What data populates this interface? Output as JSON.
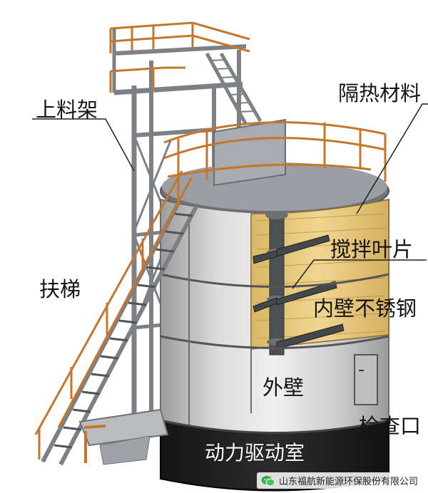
{
  "labels": {
    "feeding_rack": "上料架",
    "insulation": "隔热材料",
    "ladder": "扶梯",
    "stirring_blades": "搅拌叶片",
    "inner_wall": "内壁不锈钢",
    "outer_wall": "外壁",
    "inspection_port": "检查口",
    "drive_room": "动力驱动室"
  },
  "watermark": {
    "icon": "wechat-icon",
    "text": "山东福航新能源环保股份有限公司"
  },
  "colors": {
    "steel_frame": "#8b8f93",
    "railing": "#c6762a",
    "tank_wall": "#d8d8d8",
    "insulation_fill": "#e8c878",
    "drive_room": "#1e1e1e"
  }
}
